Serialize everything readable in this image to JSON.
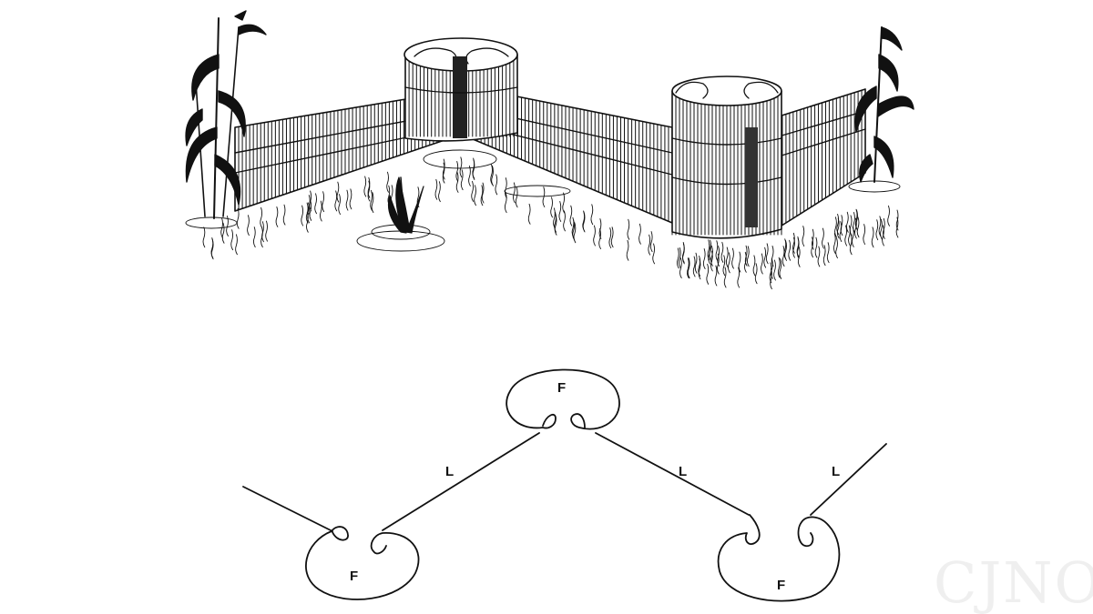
{
  "colors": {
    "ink": "#111111",
    "background": "#ffffff",
    "watermark": "#efefef"
  },
  "illustration": {
    "subject": "fish-trap-fence-sketch"
  },
  "schematic": {
    "labels": {
      "trap_top": "F",
      "trap_left": "F",
      "trap_right": "F",
      "leader_left": "L",
      "leader_mid": "L",
      "leader_right": "L"
    }
  },
  "watermark": "CJNO"
}
